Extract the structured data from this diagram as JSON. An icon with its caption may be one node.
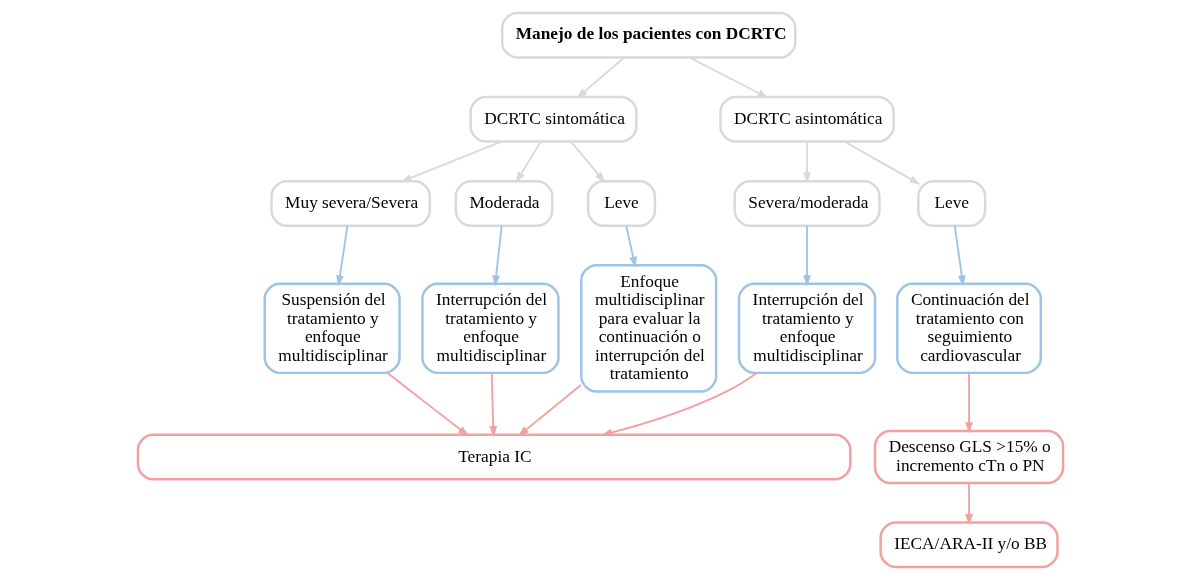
{
  "diagram": {
    "nodes": [
      {
        "text": [
          "Manejo de los pacientes con DCRTC"
        ]
      },
      {
        "text": [
          "DCRTC sintomática"
        ]
      },
      {
        "text": [
          "DCRTC asintomática"
        ]
      },
      {
        "text": [
          "Muy severa/Severa"
        ]
      },
      {
        "text": [
          "Moderada"
        ]
      },
      {
        "text": [
          "Leve"
        ]
      },
      {
        "text": [
          "Severa/moderada"
        ]
      },
      {
        "text": [
          "Leve"
        ]
      },
      {
        "text": [
          "Suspensión del tratamiento y enfoque multidisciplinar"
        ]
      },
      {
        "text": [
          "Interrupción del tratamiento y enfoque multidisciplinar"
        ]
      },
      {
        "text": [
          "Enfoque multidisciplinar para evaluar la continuación o interrupción del tratamiento"
        ]
      },
      {
        "text": [
          "Interrupción del tratamiento y enfoque multidisciplinar"
        ]
      },
      {
        "text": [
          "Continuación del tratamiento con seguimiento cardiovascular"
        ]
      },
      {
        "text": [
          "Descenso GLS >15% o incremento cTn o PN"
        ]
      },
      {
        "text": [
          "Terapia IC"
        ]
      },
      {
        "text": [
          "IECA/ARA-II y/o BB"
        ]
      }
    ],
    "edges": [
      {
        "from": 0,
        "to": 1,
        "arrow": "to",
        "color": "#d9d9d9"
      },
      {
        "from": 0,
        "to": 2,
        "arrow": "to",
        "color": "#d9d9d9"
      },
      {
        "from": 1,
        "to": 3,
        "arrow": "to",
        "color": "#d9d9d9"
      },
      {
        "from": 1,
        "to": 4,
        "arrow": "to",
        "color": "#d9d9d9"
      },
      {
        "from": 1,
        "to": 5,
        "arrow": "to",
        "color": "#d9d9d9"
      },
      {
        "from": 2,
        "to": 6,
        "arrow": "to",
        "color": "#d9d9d9"
      },
      {
        "from": 2,
        "to": 7,
        "arrow": "to",
        "color": "#d9d9d9"
      },
      {
        "from": 3,
        "to": 8,
        "arrow": "to",
        "color": "#9dc3e6"
      },
      {
        "from": 4,
        "to": 9,
        "arrow": "to",
        "color": "#9dc3e6"
      },
      {
        "from": 5,
        "to": 10,
        "arrow": "to",
        "color": "#9dc3e6"
      },
      {
        "from": 6,
        "to": 11,
        "arrow": "to",
        "color": "#9dc3e6"
      },
      {
        "from": 7,
        "to": 12,
        "arrow": "to",
        "color": "#9dc3e6"
      },
      {
        "from": 8,
        "to": 14,
        "arrow": "to",
        "color": "#f4a0a0"
      },
      {
        "from": 9,
        "to": 14,
        "arrow": "to",
        "color": "#f4a0a0"
      },
      {
        "from": 10,
        "to": 14,
        "arrow": "to",
        "color": "#f4a0a0"
      },
      {
        "from": 11,
        "to": 14,
        "arrow": "to",
        "color": "#f4a0a0"
      },
      {
        "from": 12,
        "to": 13,
        "arrow": "to",
        "color": "#f4a0a0"
      },
      {
        "from": 13,
        "to": 15,
        "arrow": "to",
        "color": "#f4a0a0"
      }
    ]
  }
}
